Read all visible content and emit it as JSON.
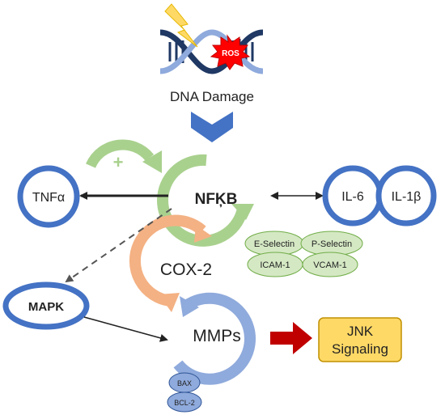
{
  "dna": {
    "caption": "DNA Damage",
    "ros_label": "ROS"
  },
  "nodes": {
    "tnfa": "TNFα",
    "nfkb": "NFĶB",
    "il6": "IL-6",
    "il1b": "IL-1β",
    "cox2": "COX-2",
    "mapk": "MAPK",
    "mmps": "MMPs",
    "jnk_line1": "JNK",
    "jnk_line2": "Signaling"
  },
  "adhesion_molecules": {
    "e_selectin": "E-Selectin",
    "p_selectin": "P-Selectin",
    "icam1": "ICAM-1",
    "vcam1": "VCAM-1"
  },
  "apoptosis_markers": {
    "bax": "BAX",
    "bcl2": "BCL-2"
  },
  "plus_sign": "+",
  "colors": {
    "blue_ring": "#4472c4",
    "green_ring": "#a9d18e",
    "orange_ring": "#f4b183",
    "light_blue_ring": "#8faadc",
    "dna_navy": "#1f3864",
    "dna_blue": "#8faadc",
    "chevron_blue": "#4472c4",
    "lightning_yellow": "#ffd966",
    "ros_red": "#ff0000",
    "red_arrow": "#c00000",
    "jnk_fill": "#ffd966",
    "jnk_border": "#c09000",
    "oval_fill": "#d5e8c4",
    "oval_border": "#70ad47"
  }
}
